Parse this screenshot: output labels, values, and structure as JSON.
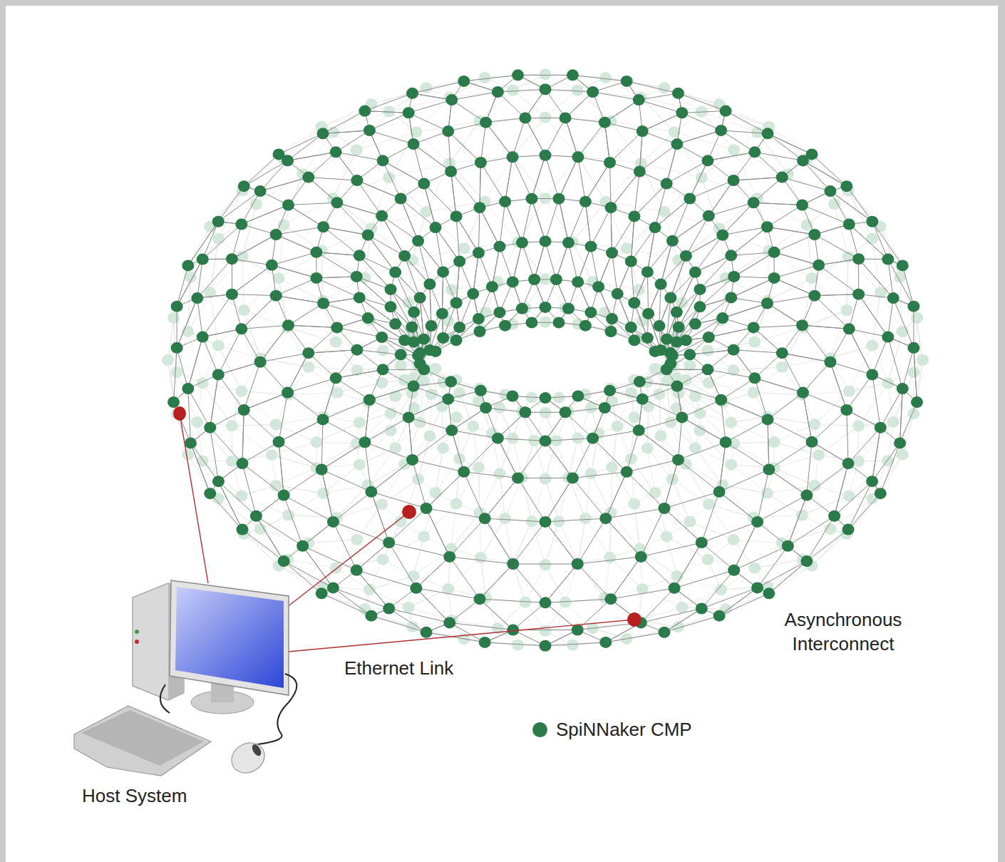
{
  "diagram": {
    "labels": [
      "Ethernet Link",
      "Asynchronous Interconnect",
      "Host System"
    ],
    "legend": [
      {
        "text": "SpiNNaker CMP",
        "color": "#2a7a4a"
      }
    ]
  }
}
